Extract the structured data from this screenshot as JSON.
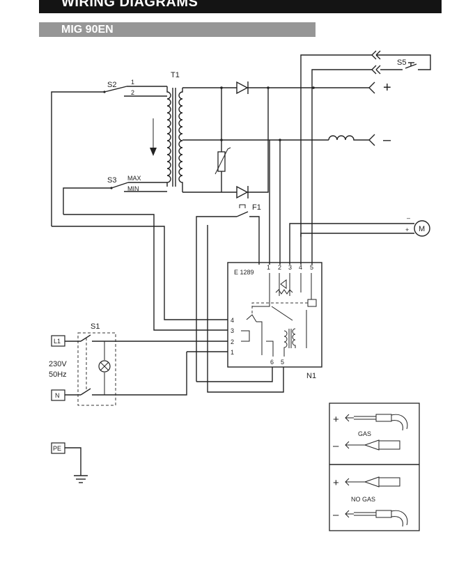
{
  "header": {
    "title": "WIRING DIAGRAMS",
    "subtitle": "MIG 90EN"
  },
  "labels": {
    "s2": "S2",
    "s2_pos1": "1",
    "s2_pos2": "2",
    "t1": "T1",
    "s3": "S3",
    "s3_max": "MAX",
    "s3_min": "MIN",
    "s5": "S5",
    "f1": "F1",
    "s1": "S1",
    "pcb": "E 1289",
    "pcb_top_pins": [
      "1",
      "2",
      "3",
      "4",
      "5"
    ],
    "pcb_left_pins": [
      "4",
      "3",
      "2",
      "1"
    ],
    "pcb_bottom_pins": [
      "6",
      "5"
    ],
    "n1": "N1",
    "l1": "L1",
    "n": "N",
    "pe": "PE",
    "voltage": "230V",
    "frequency": "50Hz",
    "plus": "+",
    "minus": "–",
    "motor": "M",
    "motor_minus": "–",
    "motor_plus": "+",
    "gas": "GAS",
    "no_gas": "NO GAS"
  },
  "colors": {
    "header_bg": "#141414",
    "subheader_bg": "#969696",
    "line": "#222222"
  }
}
